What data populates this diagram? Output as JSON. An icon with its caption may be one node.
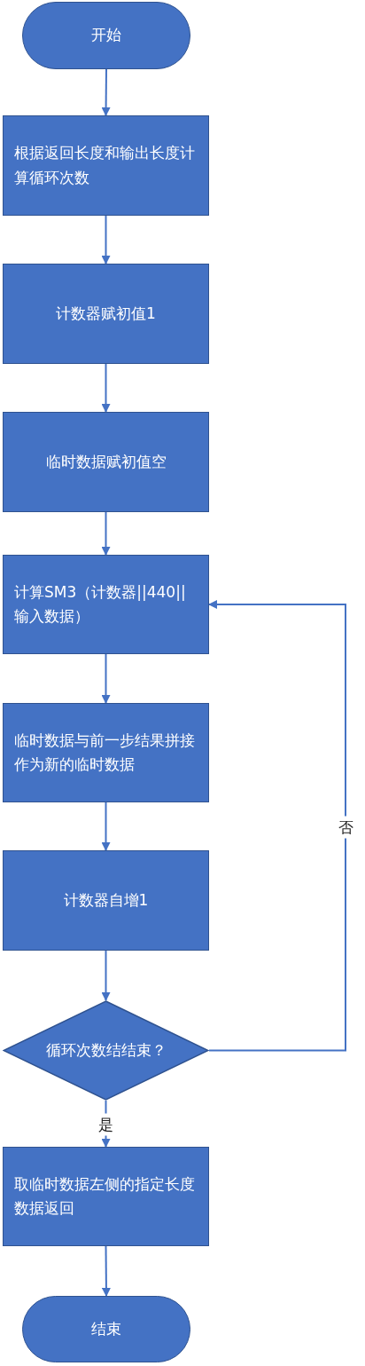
{
  "diagram": {
    "nodes": [
      {
        "text": [
          "开始"
        ]
      },
      {
        "text": [
          "根据返回长度和输出长度计算循环次数"
        ]
      },
      {
        "text": [
          "计数器赋初值1"
        ]
      },
      {
        "text": [
          "临时数据赋初值空"
        ]
      },
      {
        "text": [
          "计算SM3（计数器||440||输入数据）"
        ]
      },
      {
        "text": [
          "临时数据与前一步结果拼接作为新的临时数据"
        ]
      },
      {
        "text": [
          "计数器自增1"
        ]
      },
      {
        "text": [
          "循环次数结结束？"
        ]
      },
      {
        "text": [
          "取临时数据左侧的指定长度数据返回"
        ]
      },
      {
        "text": [
          "结束"
        ]
      }
    ],
    "edges": [
      {
        "from": 0,
        "to": 1,
        "arrow": "to"
      },
      {
        "from": 1,
        "to": 2,
        "arrow": "to"
      },
      {
        "from": 2,
        "to": 3,
        "arrow": "to"
      },
      {
        "from": 3,
        "to": 4,
        "arrow": "to"
      },
      {
        "from": 4,
        "to": 5,
        "arrow": "to"
      },
      {
        "from": 5,
        "to": 6,
        "arrow": "to"
      },
      {
        "from": 6,
        "to": 7,
        "arrow": "to"
      },
      {
        "from": 7,
        "to": 4,
        "arrow": "to",
        "label": "否"
      },
      {
        "from": 7,
        "to": 8,
        "arrow": "to",
        "label": "是"
      },
      {
        "from": 8,
        "to": 9,
        "arrow": "to"
      }
    ]
  }
}
